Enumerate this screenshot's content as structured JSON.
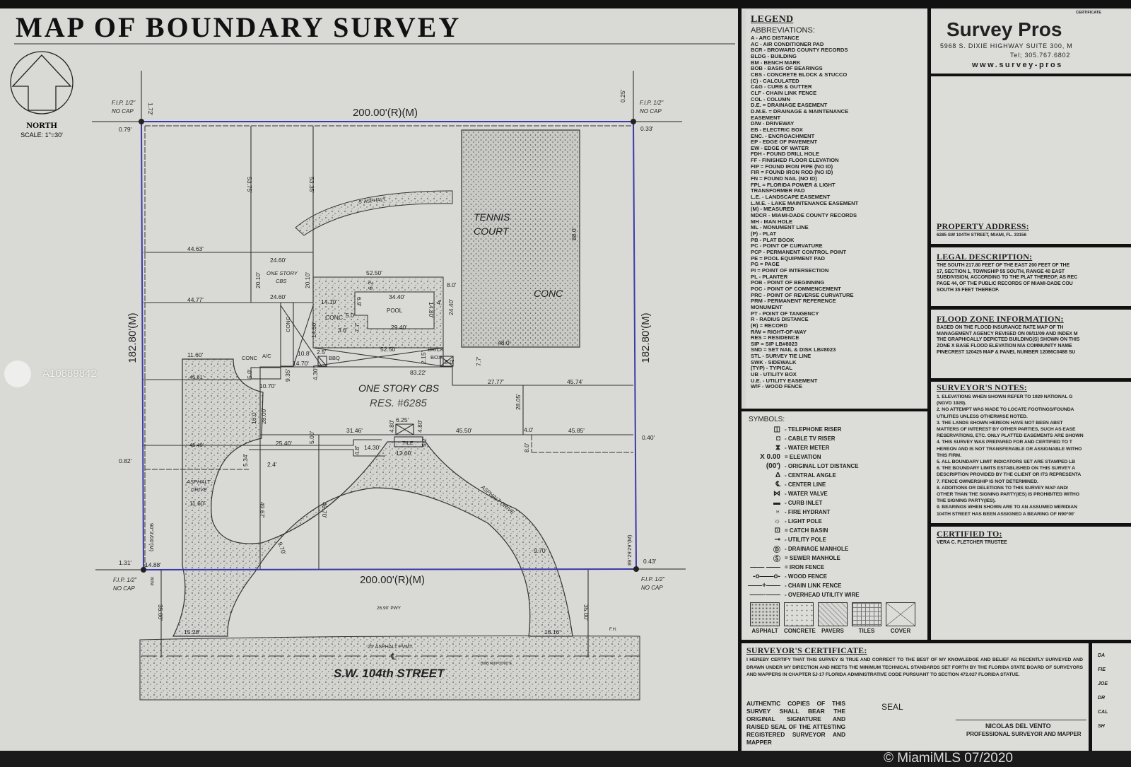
{
  "title": "MAP OF BOUNDARY SURVEY",
  "north": {
    "label": "NORTH",
    "scale": "SCALE: 1\"=30'"
  },
  "monuments": [
    {
      "line1": "F.I.P. 1/2\"",
      "line2": "NO CAP"
    },
    {
      "line1": "F.I.P. 1/2\"",
      "line2": "NO CAP"
    },
    {
      "line1": "F.I.P. 1/2\"",
      "line2": "NO CAP"
    },
    {
      "line1": "F.I.P. 1/2\"",
      "line2": "NO CAP"
    }
  ],
  "plan": {
    "dims": [
      "200.00'(R)(M)",
      "200.00'(R)(M)",
      "182.80'(M)",
      "182.80'(M)",
      "1.72'",
      "0.79'",
      "0.25'",
      "0.33'",
      "53.75'",
      "53.35'",
      "44.63'",
      "24.60'",
      "ONE STORY",
      "CBS",
      "20.10'",
      "20.10'",
      "24.60'",
      "44.77'",
      "5' ASPHALT",
      "TENNIS",
      "COURT",
      "CONC",
      "88.0'",
      "48.0'",
      "52.50'",
      "8.0'",
      "6.2'",
      "34.40'",
      "14.10'",
      "POOL",
      "14.80'",
      "24.40'",
      "4'",
      "CONC.",
      "5.0'",
      "6.9'",
      "7.7'",
      "3.6'",
      "29.40'",
      "52.50'",
      "14.50'",
      "CONC",
      "2.15'",
      "BRICK",
      "BOX",
      "5.0'",
      "A/C",
      "10.8'",
      "2.5'",
      "BBQ",
      "14.70'",
      "4.30'",
      "9.35'",
      "CONC",
      "5.0'",
      "10.70'",
      "83.22'",
      "7.7'",
      "27.77'",
      "45.74'",
      "11.60'",
      "45.61'",
      "ONE STORY CBS",
      "RES. #6285",
      "16.0'",
      "28.00'",
      "28.05'",
      "6.25'",
      "4.80'",
      "4.80'",
      "31.46'",
      "45.50'",
      "4.0'",
      "45.85'",
      "0.40'",
      "5.00'",
      "TILE",
      "5.2'",
      "25.40'",
      "45.49'",
      "4.8'",
      "14.30'",
      "12.60'",
      "8.0'",
      "0.82'",
      "5.34'",
      "2.4'",
      "ASPHALT",
      "DRIVE",
      "11.60'",
      "49.67'",
      "46.70'",
      "9.70'",
      "ASPHALT DRIVE",
      "9.70'",
      "90°3'/00'(M)",
      "89°29'29\"(M)",
      "1.31'",
      "14.88'",
      "0.43'",
      "35.00'",
      "35.00'",
      "26.90' PWY",
      "15.28'",
      "18.16'",
      "25' ASPHALT PVMT.",
      "S.W. 104th STREET",
      "BOB N90°00'00\"E",
      "W/M",
      "F.H."
    ]
  },
  "legend": {
    "title": "LEGEND",
    "abbr_title": "ABBREVIATIONS:",
    "abbreviations": [
      "A - ARC DISTANCE",
      "AC - AIR CONDITIONER PAD",
      "BCR - BROWARD COUNTY RECORDS",
      "BLDG - BUILDING",
      "BM - BENCH MARK",
      "BOB - BASIS OF BEARINGS",
      "CBS - CONCRETE BLOCK & STUCCO",
      "(C) - CALCULATED",
      "C&G - CURB & GUTTER",
      "CLF - CHAIN LINK FENCE",
      "COL - COLUMN",
      "D.E. = DRAINAGE EASEMENT",
      "D.M.E. = DRAINAGE & MAINTENANCE EASEMENT",
      "D/W - DRIVEWAY",
      "EB - ELECTRIC BOX",
      "ENC. - ENCROACHMENT",
      "EP - EDGE OF PAVEMENT",
      "EW - EDGE OF WATER",
      "FDH - FOUND DRILL HOLE",
      "FF - FINISHED FLOOR ELEVATION",
      "FIP = FOUND IRON PIPE (NO ID)",
      "FIR = FOUND IRON ROD (NO ID)",
      "FN = FOUND NAIL (NO ID)",
      "FPL = FLORIDA POWER & LIGHT TRANSFORMER PAD",
      "L.E. - LANDSCAPE EASEMENT",
      "L.M.E. - LAKE MAINTENANCE EASEMENT",
      "(M) - MEASURED",
      "MDCR - MIAMI-DADE COUNTY RECORDS",
      "MH - MAN HOLE",
      "ML - MONUMENT LINE",
      "(P) - PLAT",
      "PB - PLAT BOOK",
      "PC - POINT OF CURVATURE",
      "PCP - PERMANENT CONTROL POINT",
      "PE = POOL EQUIPMENT PAD",
      "PG = PAGE",
      "PI = POINT OF INTERSECTION",
      "PL - PLANTER",
      "POB - POINT OF BEGINNING",
      "POC - POINT OF COMMENCEMENT",
      "PRC - POINT OF REVERSE CURVATURE",
      "PRM - PERMANENT REFERENCE MONUMENT",
      "PT - POINT OF TANGENCY",
      "R - RADIUS DISTANCE",
      "(R) = RECORD",
      "R/W = RIGHT-OF-WAY",
      "RES = RESIDENCE",
      "SIP = SIP LB#8023",
      "SND = SET NAIL & DISK LB#8023",
      "STL - SURVEY TIE LINE",
      "SWK - SIDEWALK",
      "(TYP) - TYPICAL",
      "UB - UTILITY BOX",
      "U.E. - UTILITY EASEMENT",
      "W/F - WOOD FENCE"
    ],
    "symbols_title": "SYMBOLS:",
    "symbols": [
      {
        "icon": "telephone-riser",
        "glyph": "◫",
        "label": "- TELEPHONE RISER"
      },
      {
        "icon": "cable-tv-riser",
        "glyph": "◘",
        "label": "- CABLE TV RISER"
      },
      {
        "icon": "water-meter",
        "glyph": "⧗",
        "label": "- WATER METER"
      },
      {
        "icon": "elevation",
        "glyph": "X 0.00",
        "label": "= ELEVATION"
      },
      {
        "icon": "original-lot-distance",
        "glyph": "(00')",
        "label": "- ORIGINAL LOT DISTANCE"
      },
      {
        "icon": "central-angle",
        "glyph": "Δ",
        "label": "- CENTRAL ANGLE"
      },
      {
        "icon": "center-line",
        "glyph": "℄",
        "label": "- CENTER LINE"
      },
      {
        "icon": "water-valve",
        "glyph": "⋈",
        "label": "- WATER VALVE"
      },
      {
        "icon": "curb-inlet",
        "glyph": "▬",
        "label": "- CURB INLET"
      },
      {
        "icon": "fire-hydrant",
        "glyph": "♅",
        "label": "- FIRE HYDRANT"
      },
      {
        "icon": "light-pole",
        "glyph": "☼",
        "label": "- LIGHT POLE"
      },
      {
        "icon": "catch-basin",
        "glyph": "⊡",
        "label": "= CATCH BASIN"
      },
      {
        "icon": "utility-pole",
        "glyph": "⊸",
        "label": "- UTILITY POLE"
      },
      {
        "icon": "drainage-manhole",
        "glyph": "Ⓓ",
        "label": "- DRAINAGE MANHOLE"
      },
      {
        "icon": "sewer-manhole",
        "glyph": "Ⓢ",
        "label": "= SEWER MANHOLE"
      },
      {
        "icon": "iron-fence",
        "glyph": "—— ——",
        "label": "= IRON FENCE"
      },
      {
        "icon": "wood-fence",
        "glyph": "-o——o-",
        "label": "- WOOD FENCE"
      },
      {
        "icon": "chain-link-fence",
        "glyph": "——+——",
        "label": "- CHAIN LINK FENCE"
      },
      {
        "icon": "overhead-utility-wire",
        "glyph": "——·——",
        "label": "- OVERHEAD UTILITY WIRE"
      }
    ],
    "patterns": [
      "ASPHALT",
      "CONCRETE",
      "PAVERS",
      "TILES",
      "COVER"
    ]
  },
  "company": {
    "certificate": "CERTIFICATE",
    "name": "Survey Pros",
    "address": "5968 S. DIXIE HIGHWAY SUITE 300, M",
    "tel": "Tel; 305.767.6802",
    "web": "www.survey-pros"
  },
  "property": {
    "heading": "PROPERTY ADDRESS:",
    "address": "6285 SW 104TH STREET, MIAMI, FL. 33156"
  },
  "legal": {
    "heading": "LEGAL DESCRIPTION:",
    "lines": [
      "THE SOUTH 217.80 FEET OF THE EAST 200 FEET OF THE",
      "17, SECTION 1, TOWNSHIP 55 SOUTH, RANGE 40 EAST",
      "SUBDIVISION, ACCORDING TO THE PLAT THEREOF, AS REC",
      "PAGE 44, OF THE PUBLIC RECORDS OF MIAMI-DADE COU",
      "SOUTH 35 FEET THEREOF."
    ]
  },
  "flood": {
    "heading": "FLOOD ZONE INFORMATION:",
    "lines": [
      "BASED ON THE FLOOD INSURANCE RATE MAP OF TH",
      "MANAGEMENT AGENCY REVISED ON 09/11/09 AND INDEX M",
      "THE GRAPHICALLY DEPICTED BUILDING(S) SHOWN ON THIS",
      "ZONE X BASE FLOOD ELEVATION N/A COMMUNITY NAME",
      "PINECREST 120425 MAP & PANEL NUMBER 12086C0488 SU"
    ]
  },
  "notes": {
    "heading": "SURVEYOR'S NOTES:",
    "lines": [
      "1. ELEVATIONS WHEN SHOWN REFER TO 1929 NATIONAL G",
      "(NGVD 1929).",
      "2. NO ATTEMPT WAS MADE TO LOCATE FOOTINGS/FOUNDA",
      "UTILITIES UNLESS OTHERWISE NOTED.",
      "3. THE LANDS SHOWN HEREON HAVE NOT BEEN ABST",
      "MATTERS OF INTEREST BY OTHER PARTIES, SUCH AS EASE",
      "RESERVATIONS, ETC. ONLY PLATTED EASEMENTS ARE SHOWN",
      "4. THIS SURVEY WAS PREPARED FOR AND CERTIFIED TO T",
      "HEREON AND IS NOT TRANSFERABLE OR ASSIGNABLE WITHO",
      "THIS FIRM.",
      "5. ALL BOUNDARY LIMIT INDICATORS SET ARE STAMPED LB",
      "6. THE BOUNDARY LIMITS ESTABLISHED ON THIS SURVEY A",
      "DESCRIPTION PROVIDED BY THE CLIENT OR ITS REPRESENTA",
      "7. FENCE OWNERSHIP IS NOT DETERMINED.",
      "8. ADDITIONS OR DELETIONS TO THIS SURVEY MAP AND/",
      "OTHER THAN THE SIGNING PARTY(IES) IS PROHIBITED WITHO",
      "THE SIGNING PARTY(IES).",
      "9. BEARINGS WHEN SHOWN ARE TO AN ASSUMED MERIDIAN",
      "104TH STREET HAS BEEN ASSIGNED A BEARING OF N90°00'"
    ]
  },
  "certified": {
    "heading": "CERTIFIED TO:",
    "name": "VERA C. FLETCHER TRUSTEE"
  },
  "certificate": {
    "heading": "SURVEYOR'S CERTIFICATE:",
    "text": "I HEREBY CERTIFY THAT THIS SURVEY IS TRUE AND CORRECT TO THE BEST OF MY KNOWLEDGE AND BELIEF AS RECENTLY SURVEYED AND DRAWN UNDER MY DIRECTION AND MEETS THE MINIMUM TECHNICAL STANDARDS SET FORTH BY THE FLORIDA STATE BOARD OF SURVEYORS AND MAPPERS IN CHAPTER 5J-17 FLORIDA ADMINISTRATIVE CODE PURSUANT TO SECTION 472.027 FLORIDA STATUE.",
    "authentic": "AUTHENTIC COPIES OF THIS SURVEY SHALL BEAR THE ORIGINAL SIGNATURE AND RAISED SEAL OF THE ATTESTING REGISTERED SURVEYOR AND MAPPER",
    "seal": "SEAL",
    "surveyor": "NICOLAS DEL VENTO",
    "title": "PROFESSIONAL SURVEYOR AND MAPPER"
  },
  "side_labels": [
    "DA",
    "FIE",
    "JOE",
    "DR",
    "CAL",
    "SH"
  ],
  "watermarks": {
    "listing_id": "A10889842",
    "copyright": "© MiamiMLS 07/2020"
  }
}
